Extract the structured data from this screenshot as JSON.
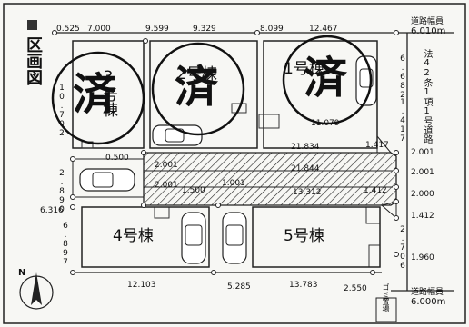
{
  "title": "区画図",
  "lots": {
    "lot1": {
      "label": "1号棟",
      "stamp": "済"
    },
    "lot2": {
      "label": "2号棟",
      "stamp": "済"
    },
    "lot3": {
      "label": "3号棟",
      "stamp": "済"
    },
    "lot4": {
      "label": "4号棟"
    },
    "lot5": {
      "label": "5号棟"
    }
  },
  "road_top": {
    "label": "道路幅員",
    "value": "6.010m"
  },
  "road_bottom": {
    "label": "道路幅員",
    "value": "6.000m"
  },
  "road_right": {
    "label": "法42条1項1号道路"
  },
  "garbage": {
    "label": "ゴミ置場"
  },
  "north": {
    "label": "N"
  },
  "dims": {
    "d0525": "0.525",
    "d7000": "7.000",
    "d9599": "9.599",
    "d9329": "9.329",
    "d8099": "8.099",
    "d12467": "12.467",
    "d10702": "10.702",
    "d6682": "6.682",
    "d1417a": "1.417",
    "d11079": "11.079",
    "d1417b": "1.417",
    "d21834": "21.834",
    "d2001r1": "2.001",
    "d0500": "0.500",
    "d2001l1": "2.001",
    "d21844": "21.844",
    "d2001r2": "2.001",
    "d2890": "2.890",
    "d2001l2": "2.001",
    "d1500": "1.500",
    "d1001": "1.001",
    "d13312": "13.312",
    "d1412a": "1.412",
    "d2000": "2.000",
    "d6316": "6.316",
    "d1412b": "1.412",
    "d6897": "6.897",
    "d2706": "2.706",
    "d1960": "1.960",
    "d12103": "12.103",
    "d5285": "5.285",
    "d13783": "13.783",
    "d2550": "2.550"
  }
}
